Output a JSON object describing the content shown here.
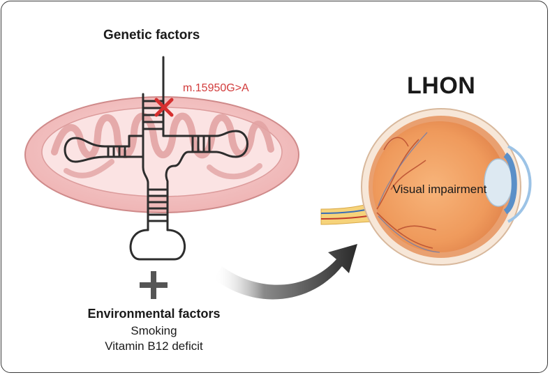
{
  "labels": {
    "genetic_factors": "Genetic factors",
    "mutation": "m.15950G>A",
    "disease": "LHON",
    "environmental_factors": "Environmental factors",
    "env_items": [
      "Smoking",
      "Vitamin B12 deficit"
    ],
    "visual_impairment": "Visual impairment"
  },
  "colors": {
    "mutation_text": "#d23b3b",
    "mitochondrion_fill": "#f3c6c6",
    "mitochondrion_outline": "#cf8a8a",
    "eye_fill": "#f2a66a",
    "trna_stroke": "#2d2d2d"
  },
  "icons": [
    "mitochondrion-icon",
    "trna-icon",
    "mutation-x-icon",
    "plus-icon",
    "curved-arrow-icon",
    "eye-icon"
  ]
}
